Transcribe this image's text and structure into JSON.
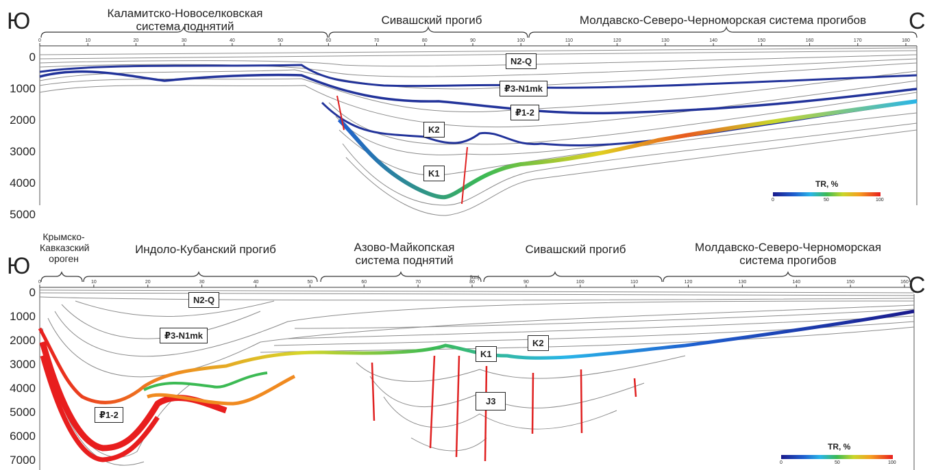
{
  "top": {
    "left_dir": "Ю",
    "right_dir": "С",
    "regions": [
      {
        "line1": "Каламитско-Новоселковская",
        "line2": "система поднятий"
      },
      {
        "line1": "Сивашский прогиб",
        "line2": ""
      },
      {
        "line1": "Молдавско-Северо-Черноморская система прогибов",
        "line2": ""
      }
    ],
    "km_ticks": [
      "0",
      "10",
      "20",
      "30",
      "40",
      "50",
      "60",
      "70",
      "80",
      "90",
      "100",
      "110",
      "120",
      "130",
      "140",
      "150",
      "160",
      "170",
      "180"
    ],
    "depth_ticks": [
      "0",
      "1000",
      "2000",
      "3000",
      "4000",
      "5000"
    ],
    "labels": [
      "N2-Q",
      "₽3-N1mk",
      "₽1-2",
      "K2",
      "K1"
    ],
    "legend": {
      "title": "TR, %",
      "ticks": [
        "0",
        "50",
        "100"
      ]
    }
  },
  "bottom": {
    "left_dir": "Ю",
    "right_dir": "С",
    "regions": [
      {
        "line1": "Крымско-",
        "line2": "Кавказский",
        "line3": "ороген"
      },
      {
        "line1": "Индоло-Кубанский прогиб",
        "line2": ""
      },
      {
        "line1": "Азово-Майкопская",
        "line2": "система поднятий"
      },
      {
        "line1": "Сивашский прогиб",
        "line2": ""
      },
      {
        "line1": "Молдавско-Северо-Черноморская",
        "line2": "система прогибов"
      }
    ],
    "km_ticks": [
      "0",
      "10",
      "20",
      "30",
      "40",
      "50",
      "60",
      "70",
      "80",
      "90",
      "100",
      "110",
      "120",
      "130",
      "140",
      "150",
      "160"
    ],
    "km_unit": "[km]",
    "depth_ticks": [
      "0",
      "1000",
      "2000",
      "3000",
      "4000",
      "5000",
      "6000",
      "7000"
    ],
    "labels": [
      "N2-Q",
      "₽3-N1mk",
      "₽1-2",
      "K1",
      "K2",
      "J3"
    ],
    "legend": {
      "title": "TR, %",
      "ticks": [
        "0",
        "50",
        "100"
      ]
    }
  },
  "colors": {
    "horizon_blue": "#22339a",
    "line_gray": "#8a8a8a",
    "fault_red": "#e02020"
  }
}
